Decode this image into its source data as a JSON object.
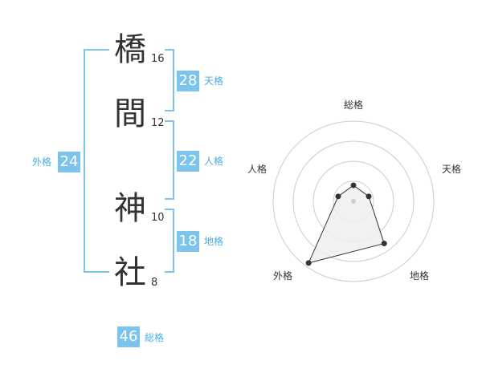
{
  "characters": [
    {
      "kanji": "橋",
      "strokes": "16"
    },
    {
      "kanji": "間",
      "strokes": "12"
    },
    {
      "kanji": "神",
      "strokes": "10"
    },
    {
      "kanji": "社",
      "strokes": "8"
    }
  ],
  "fortunes": {
    "ten": {
      "value": "28",
      "label": "天格"
    },
    "jin": {
      "value": "22",
      "label": "人格"
    },
    "chi": {
      "value": "18",
      "label": "地格"
    },
    "gai": {
      "value": "24",
      "label": "外格"
    },
    "sou": {
      "value": "46",
      "label": "総格"
    }
  },
  "colors": {
    "accent": "#7cc4ec",
    "label_text": "#4aaee0",
    "grid": "#cccccc",
    "fill": "#eeeeee"
  },
  "chart_data": {
    "type": "radar",
    "axes": [
      "総格",
      "天格",
      "地格",
      "外格",
      "人格"
    ],
    "values": [
      0.2,
      0.2,
      0.65,
      0.95,
      0.2
    ],
    "rings": 4
  }
}
